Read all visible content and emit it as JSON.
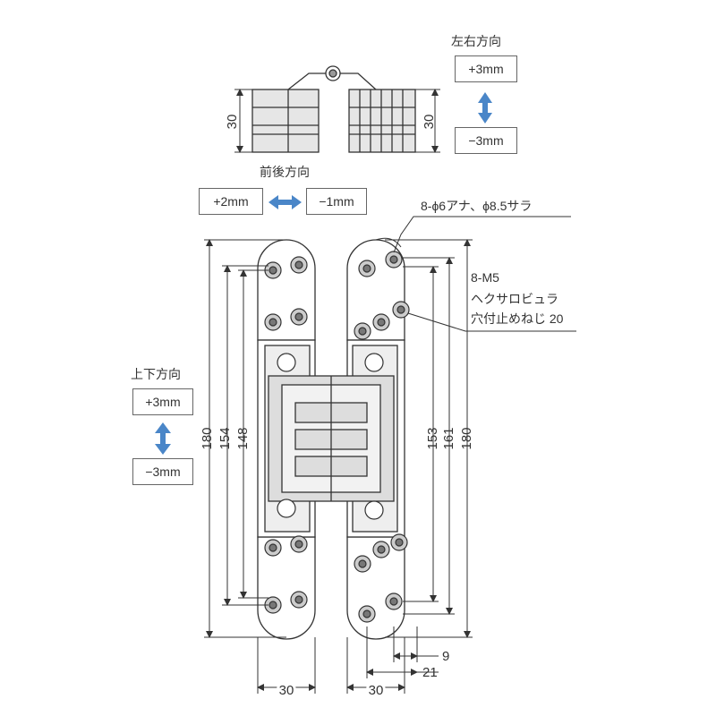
{
  "colors": {
    "arrow": "#4a86c8",
    "line": "#333333",
    "fill": "#e6e6e6"
  },
  "top_view": {
    "height_left": "30",
    "height_right": "30"
  },
  "lateral": {
    "title": "左右方向",
    "plus": "+3mm",
    "minus": "−3mm"
  },
  "depth": {
    "title": "前後方向",
    "plus": "+2mm",
    "minus": "−1mm"
  },
  "vertical": {
    "title": "上下方向",
    "plus": "+3mm",
    "minus": "−3mm"
  },
  "notes": {
    "holes": "8-ϕ6アナ、ϕ8.5サラ",
    "screw_line1": "8-M5",
    "screw_line2": "ヘクサロビュラ",
    "screw_line3": "穴付止めねじ 20"
  },
  "dims_left": {
    "d180": "180",
    "d154": "154",
    "d148": "148"
  },
  "dims_right": {
    "d153": "153",
    "d161": "161",
    "d180": "180"
  },
  "dims_bottom": {
    "w_left": "30",
    "w_right": "30",
    "d9": "9",
    "d21": "21"
  }
}
